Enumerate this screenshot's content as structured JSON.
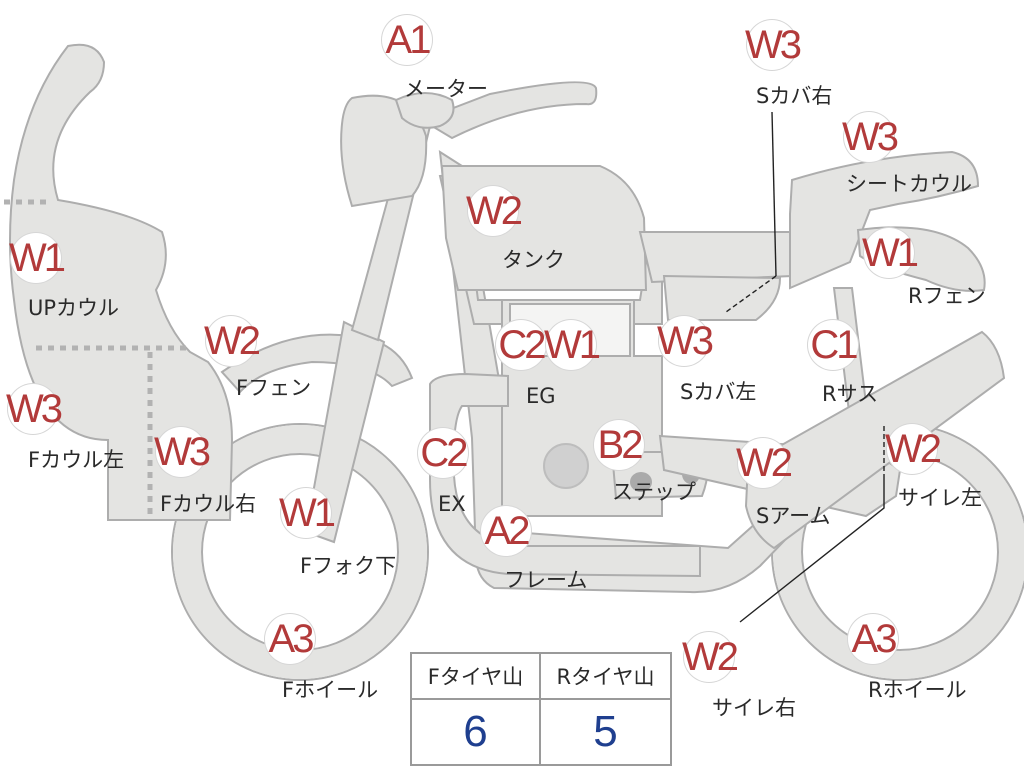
{
  "markers": [
    {
      "id": "meter",
      "grade": "A1",
      "label": "メーター"
    },
    {
      "id": "up-cowl",
      "grade": "W1",
      "label": "UPカウル"
    },
    {
      "id": "tank",
      "grade": "W2",
      "label": "タンク"
    },
    {
      "id": "f-fender",
      "grade": "W2",
      "label": "Fフェン"
    },
    {
      "id": "f-cowl-left",
      "grade": "W3",
      "label": "Fカウル左"
    },
    {
      "id": "f-cowl-right",
      "grade": "W3",
      "label": "Fカウル右"
    },
    {
      "id": "f-fork-lower",
      "grade": "W1",
      "label": "Fフォク下"
    },
    {
      "id": "f-wheel",
      "grade": "A3",
      "label": "Fホイール"
    },
    {
      "id": "engine-c",
      "grade": "C2",
      "label": ""
    },
    {
      "id": "engine-w",
      "grade": "W1",
      "label": "EG"
    },
    {
      "id": "exhaust",
      "grade": "C2",
      "label": "EX"
    },
    {
      "id": "step",
      "grade": "B2",
      "label": "ステップ"
    },
    {
      "id": "frame",
      "grade": "A2",
      "label": "フレーム"
    },
    {
      "id": "s-cover-right",
      "grade": "W3",
      "label": "Sカバ右"
    },
    {
      "id": "seat-cowl",
      "grade": "W3",
      "label": "シートカウル"
    },
    {
      "id": "r-fender",
      "grade": "W1",
      "label": "Rフェン"
    },
    {
      "id": "s-cover-left",
      "grade": "W3",
      "label": "Sカバ左"
    },
    {
      "id": "r-suspension",
      "grade": "C1",
      "label": "Rサス"
    },
    {
      "id": "swing-arm",
      "grade": "W2",
      "label": "Sアーム"
    },
    {
      "id": "silencer-left",
      "grade": "W2",
      "label": "サイレ左"
    },
    {
      "id": "silencer-right",
      "grade": "W2",
      "label": "サイレ右"
    },
    {
      "id": "r-wheel",
      "grade": "A3",
      "label": "Rホイール"
    }
  ],
  "tire_table": {
    "front_header": "Fタイヤ山",
    "rear_header": "Rタイヤ山",
    "front_value": "6",
    "rear_value": "5"
  },
  "colors": {
    "part_fill": "#e4e4e2",
    "part_stroke": "#adadad",
    "grade_text": "#b23a3a",
    "tire_value_text": "#1f3f8f"
  }
}
